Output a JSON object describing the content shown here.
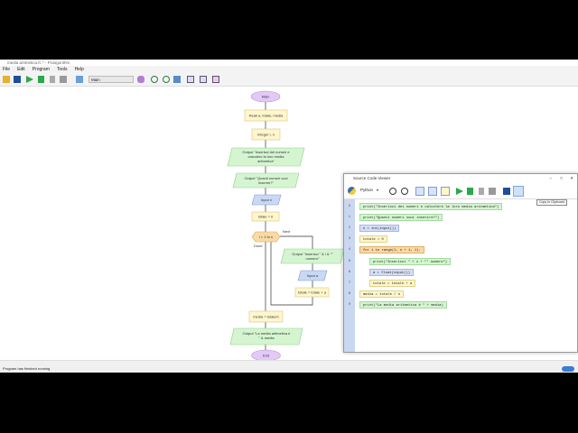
{
  "window": {
    "title": "media aritmetica.fc * - Flowgorithm"
  },
  "menu": [
    "File",
    "Edit",
    "Program",
    "Tools",
    "Help"
  ],
  "toolbar": {
    "function_select": "Main"
  },
  "flowchart": {
    "start": "Main",
    "declare1": "Reali a, totale, media",
    "declare2": "Integer i, n",
    "output1": [
      "Output \"Inserisci dei numeri e",
      "calcolerò la loro media",
      "aritmetica\""
    ],
    "output2": [
      "Output \"Quanti numeri vuoi",
      "inserire?\""
    ],
    "input1": "Input n",
    "assign1": "totale = 0",
    "loop": "i = 1 to n",
    "loop_next": "Next",
    "loop_done": "Done",
    "output3": [
      "Output \"Inserisci \" & i & \"°",
      "numero\""
    ],
    "input2": "Input a",
    "assign2": "totale = totale + a",
    "assign3": "media = totale/n",
    "output4": [
      "Output \"La media aritmetica è",
      "\" & media"
    ],
    "end": "End"
  },
  "status": {
    "text": "Program has finished running"
  },
  "source_viewer": {
    "title": "Source Code Viewer",
    "language": "Python",
    "tooltip": "Copy to Clipboard",
    "lines": [
      {
        "n": "0",
        "code": "print(\"Inserisci dei numeri e calcolerò la loro media aritmetica\")",
        "kind": "g",
        "indent": 0
      },
      {
        "n": "1",
        "code": "print(\"Quanti numeri vuoi inserire?\")",
        "kind": "g",
        "indent": 0
      },
      {
        "n": "2",
        "code": "n = int(input())",
        "kind": "b",
        "indent": 0
      },
      {
        "n": "3",
        "code": "totale = 0",
        "kind": "y",
        "indent": 0
      },
      {
        "n": "4",
        "code": "for i in range(1, n + 1, 1):",
        "kind": "o",
        "indent": 0
      },
      {
        "n": "5",
        "code": "print(\"Inserisci \" + i + \"°  numero\")",
        "kind": "g",
        "indent": 1
      },
      {
        "n": "6",
        "code": "a = float(input())",
        "kind": "b",
        "indent": 1
      },
      {
        "n": "7",
        "code": "totale = totale + a",
        "kind": "y",
        "indent": 1
      },
      {
        "n": "8",
        "code": "media = totale / n",
        "kind": "y",
        "indent": 0
      },
      {
        "n": "9",
        "code": "print(\"La media aritmetica è \" + media)",
        "kind": "g",
        "indent": 0
      }
    ]
  }
}
